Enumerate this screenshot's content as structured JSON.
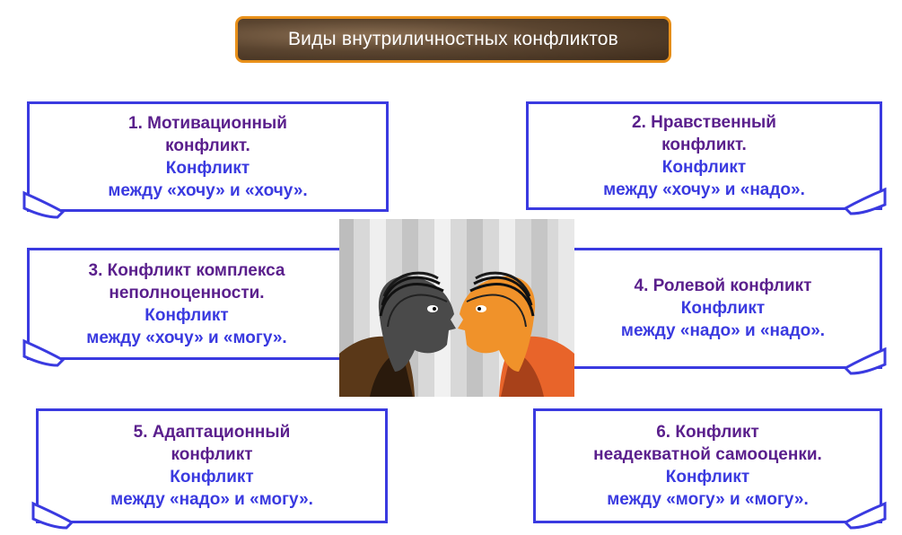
{
  "title": "Виды внутриличностных конфликтов",
  "cards": [
    {
      "head1": "1. Мотивационный",
      "head2": "конфликт.",
      "sub1": "Конфликт",
      "sub2": "между «хочу» и «хочу»."
    },
    {
      "head1": "2. Нравственный",
      "head2": "конфликт.",
      "sub1": "Конфликт",
      "sub2": "между «хочу» и «надо»."
    },
    {
      "head1": "3. Конфликт комплекса",
      "head2": "неполноценности.",
      "sub1": "Конфликт",
      "sub2": "между «хочу» и «могу»."
    },
    {
      "head1": "4. Ролевой конфликт",
      "sub1": "Конфликт",
      "sub2": "между «надо» и «надо»."
    },
    {
      "head1": "5. Адаптационный",
      "head2": "конфликт",
      "sub1": "Конфликт",
      "sub2": "между «надо» и «могу»."
    },
    {
      "head1": "6. Конфликт",
      "head2": "неадекватной самооценки.",
      "sub1": "Конфликт",
      "sub2": "между «могу» и «могу»."
    }
  ],
  "colors": {
    "border": "#3a3ae0",
    "heading": "#5a1f8c",
    "subtext": "#3a3ae0",
    "title_border": "#e8901a"
  },
  "illustration_icon": "two-heads-confronting-icon"
}
